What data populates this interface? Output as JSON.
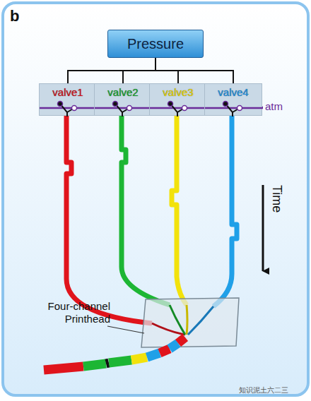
{
  "diagram": {
    "nodes": [
      {
        "text": [
          "Pressure"
        ]
      },
      {
        "text": [
          "valve1"
        ]
      },
      {
        "text": [
          "valve2"
        ]
      },
      {
        "text": [
          "valve3"
        ]
      },
      {
        "text": [
          "valve4"
        ]
      }
    ],
    "edges": [
      {
        "from": 0,
        "to": 1,
        "arrow": "none"
      },
      {
        "from": 0,
        "to": 2,
        "arrow": "none"
      },
      {
        "from": 0,
        "to": 3,
        "arrow": "none"
      },
      {
        "from": 0,
        "to": 4,
        "arrow": "none"
      }
    ],
    "labels": [
      "b",
      "atm",
      "Time",
      "Four-channel Printhead",
      "知识泥土六二三"
    ]
  }
}
